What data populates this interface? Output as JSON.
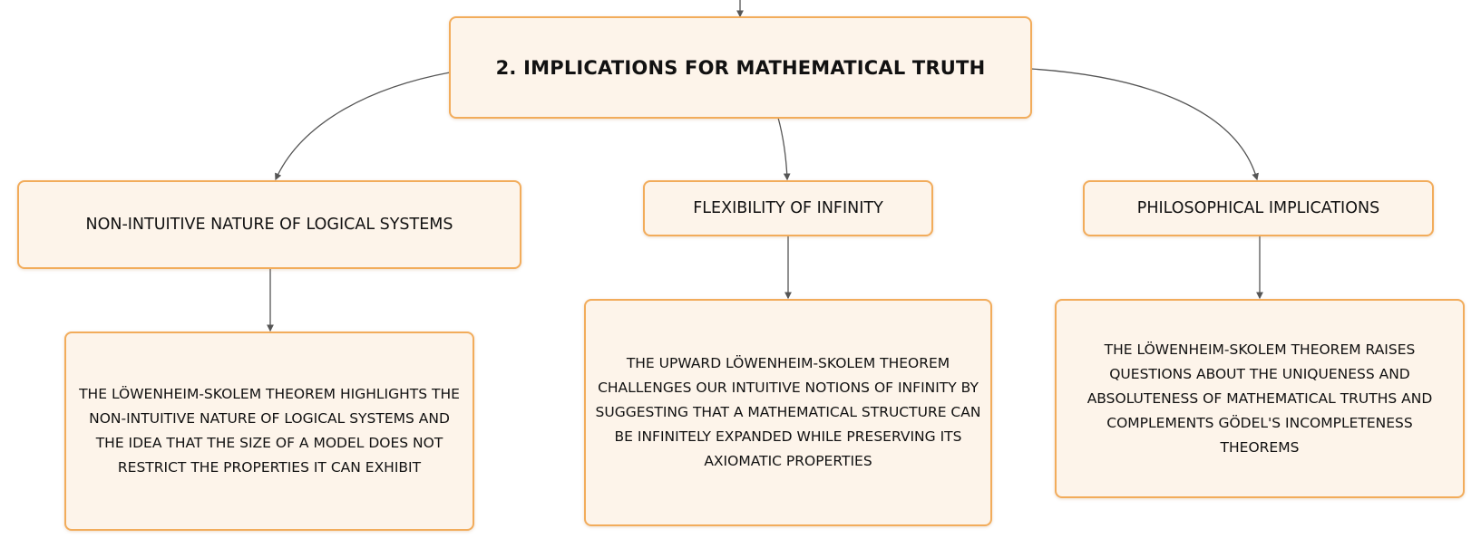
{
  "root": {
    "label": "2. IMPLICATIONS FOR MATHEMATICAL TRUTH"
  },
  "branches": [
    {
      "label": "NON-INTUITIVE NATURE OF LOGICAL SYSTEMS",
      "detail": "THE LÖWENHEIM-SKOLEM THEOREM HIGHLIGHTS THE NON-INTUITIVE NATURE OF LOGICAL SYSTEMS AND THE IDEA THAT THE SIZE OF A MODEL DOES NOT RESTRICT THE PROPERTIES IT CAN EXHIBIT"
    },
    {
      "label": "FLEXIBILITY OF INFINITY",
      "detail": "THE UPWARD LÖWENHEIM-SKOLEM THEOREM CHALLENGES OUR INTUITIVE NOTIONS OF INFINITY BY SUGGESTING THAT A MATHEMATICAL STRUCTURE CAN BE INFINITELY EXPANDED WHILE PRESERVING ITS AXIOMATIC PROPERTIES"
    },
    {
      "label": "PHILOSOPHICAL IMPLICATIONS",
      "detail": "THE LÖWENHEIM-SKOLEM THEOREM RAISES QUESTIONS ABOUT THE UNIQUENESS AND ABSOLUTENESS OF MATHEMATICAL TRUTHS AND COMPLEMENTS GÖDEL'S INCOMPLETENESS THEOREMS"
    }
  ],
  "colors": {
    "node_fill": "#fdf4ea",
    "node_border": "#f2ac5b",
    "connector": "#555555"
  }
}
